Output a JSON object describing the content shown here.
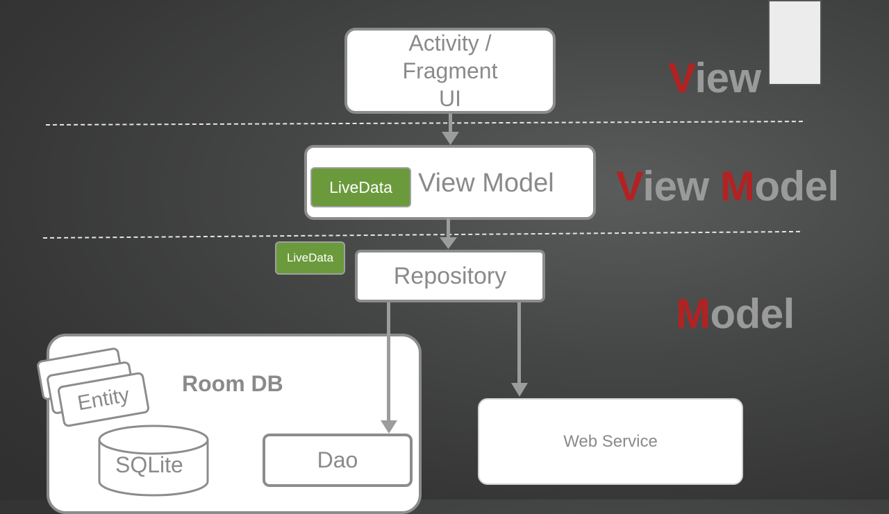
{
  "layers": {
    "view": {
      "accent": "V",
      "rest": "iew"
    },
    "view_model": {
      "accent1": "V",
      "rest1": "iew ",
      "accent2": "M",
      "rest2": "odel"
    },
    "model": {
      "accent": "M",
      "rest": "odel"
    }
  },
  "boxes": {
    "activity_line1": "Activity /",
    "activity_line2": "Fragment",
    "activity_line3": "UI",
    "view_model": "View Model",
    "view_model_livedata": "LiveData",
    "repository": "Repository",
    "repository_livedata": "LiveData",
    "room_db": "Room DB",
    "entity": "Entity",
    "sqlite": "SQLite",
    "dao": "Dao",
    "web_service": "Web Service"
  },
  "colors": {
    "accent_red": "#b22222",
    "livedata_green": "#6b9a3c",
    "layer_gray": "#9a9a9a"
  }
}
